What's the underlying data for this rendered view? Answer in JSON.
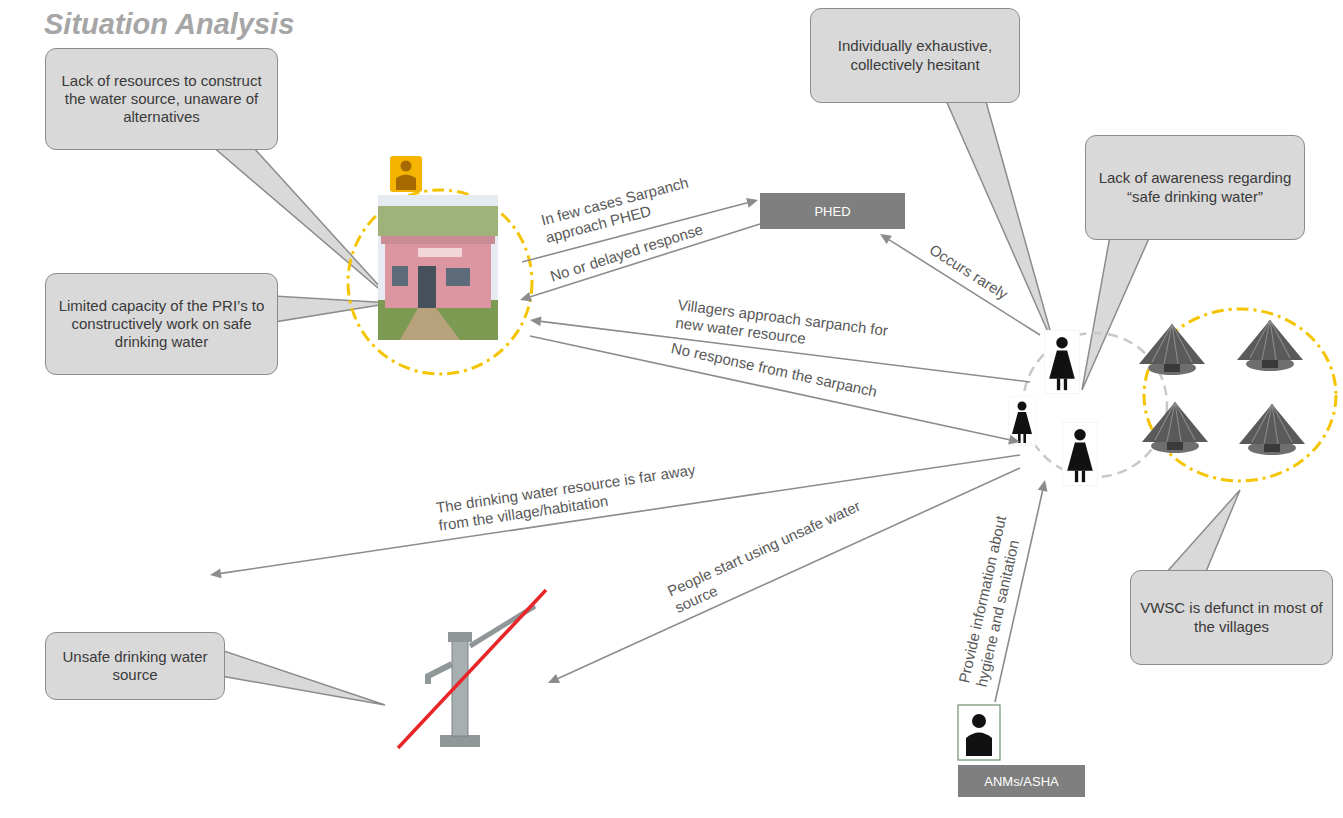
{
  "diagram": {
    "title": "Situation Analysis",
    "nodes": [
      {
        "text": [
          "Lack of resources to construct the water source, unaware of alternatives"
        ]
      },
      {
        "text": [
          "Individually exhaustive, collectively hesitant"
        ]
      },
      {
        "text": [
          "PHED"
        ]
      },
      {
        "text": [
          "Lack of awareness regarding “safe drinking water”"
        ]
      },
      {
        "text": [
          "Limited capacity of the PRI’s to constructively work on safe drinking water"
        ]
      },
      {
        "text": [
          "VWSC is defunct in most of the villages"
        ]
      },
      {
        "text": [
          "Unsafe drinking water source"
        ]
      },
      {
        "text": [
          "ANMs/ASHA"
        ]
      }
    ],
    "labels": [
      "In few cases Sarpanch approach PHED",
      "No or delayed response",
      "Occurs rarely",
      "Villagers approach sarpanch for new water resource",
      "No response from the sarpanch",
      "The drinking water resource is far away from the village/habitation",
      "People start using unsafe water source",
      "Provide information about hygiene and sanitation"
    ]
  }
}
